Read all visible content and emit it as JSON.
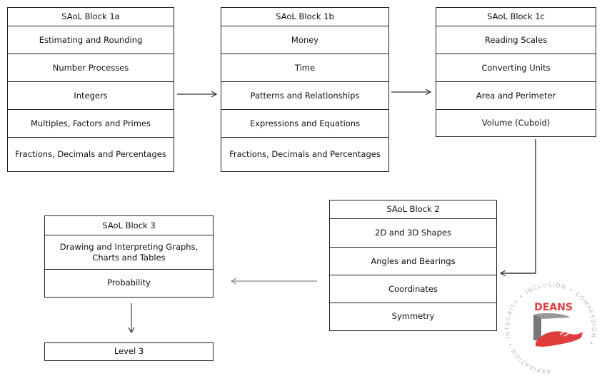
{
  "block1a": {
    "title": "SAoL Block 1a",
    "items": [
      "Estimating and Rounding",
      "Number Processes",
      "Integers",
      "Multiples, Factors and Primes",
      "Fractions, Decimals and Percentages"
    ]
  },
  "block1b": {
    "title": "SAoL Block 1b",
    "items": [
      "Money",
      "Time",
      "Patterns and Relationships",
      "Expressions and Equations",
      "Fractions, Decimals and Percentages"
    ]
  },
  "block1c": {
    "title": "SAoL Block 1c",
    "items": [
      "Reading Scales",
      "Converting Units",
      "Area and Perimeter",
      "Volume (Cuboid)"
    ]
  },
  "block2": {
    "title": "SAoL Block 2",
    "items": [
      "2D and 3D Shapes",
      "Angles and Bearings",
      "Coordinates",
      "Symmetry"
    ]
  },
  "block3": {
    "title": "SAoL Block 3",
    "items": [
      "Drawing and Interpreting Graphs, Charts and Tables",
      "Probability"
    ]
  },
  "level3": {
    "label": "Level 3"
  },
  "logo": {
    "name": "DEANS",
    "ring_text": "ASPIRATION • INTEGRITY • INCLUSION • COMPASSION •",
    "brand_color": "#e03c3c",
    "icon": "hand-logo-icon"
  }
}
